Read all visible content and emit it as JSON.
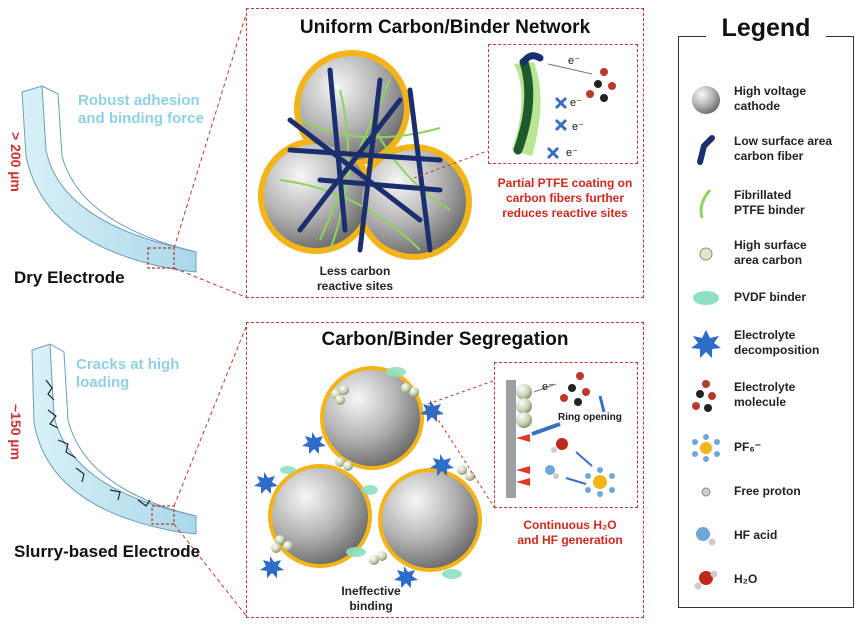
{
  "top": {
    "title": "Uniform Carbon/Binder Network",
    "note": "Robust adhesion\nand binding force",
    "thickness": "> 200 µm",
    "electrode_label": "Dry Electrode",
    "caption": "Less carbon\nreactive sites",
    "inset_caption": "Partial PTFE coating on\ncarbon fibers further\nreduces reactive sites",
    "electron": "e⁻"
  },
  "bottom": {
    "title": "Carbon/Binder Segregation",
    "note": "Cracks at high\nloading",
    "thickness": "~150 µm",
    "electrode_label": "Slurry-based Electrode",
    "caption": "Ineffective\nbinding",
    "inset_caption": "Continuous H₂O\nand HF generation",
    "ring_opening": "Ring opening",
    "electron": "e⁻"
  },
  "legend": {
    "title": "Legend",
    "items": [
      {
        "icon": "sphere-icon",
        "label": "High voltage\ncathode"
      },
      {
        "icon": "carbon-fiber-icon",
        "label": "Low surface area\ncarbon fiber"
      },
      {
        "icon": "ptfe-fiber-icon",
        "label": "Fibrillated\nPTFE binder"
      },
      {
        "icon": "small-sphere-icon",
        "label": "High surface\narea carbon"
      },
      {
        "icon": "pvdf-blob-icon",
        "label": "PVDF binder"
      },
      {
        "icon": "decomposition-star-icon",
        "label": "Electrolyte\ndecomposition"
      },
      {
        "icon": "molecule-icon",
        "label": "Electrolyte\nmolecule"
      },
      {
        "icon": "pf6-icon",
        "label": "PF₆⁻"
      },
      {
        "icon": "proton-icon",
        "label": "Free proton"
      },
      {
        "icon": "hf-icon",
        "label": "HF acid"
      },
      {
        "icon": "water-icon",
        "label": "H₂O"
      }
    ]
  },
  "colors": {
    "dashed": "#c0392b",
    "coating": "#f2b418",
    "carbon_fiber": "#1b2f6e",
    "ptfe": "#8fd45a",
    "electrode_blue": "#bfe4f2",
    "red_text": "#d0281e"
  }
}
